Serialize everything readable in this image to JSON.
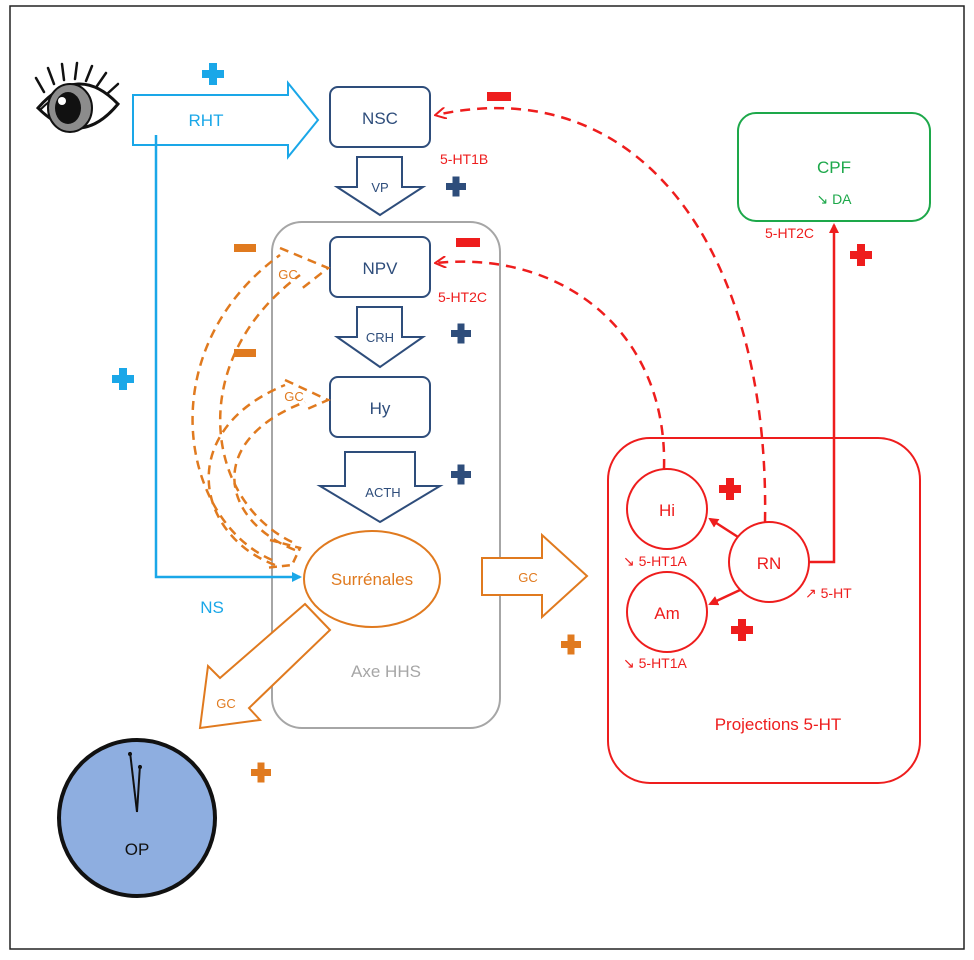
{
  "colors": {
    "navy": "#2E4D7B",
    "light_blue": "#1AA7E8",
    "orange": "#E07A1F",
    "red": "#EE1D1D",
    "green": "#1DA84A",
    "gray": "#A6A6A6",
    "clock_fill": "#8EAEE0"
  },
  "icons": {
    "eye": "eye-icon",
    "plus": "plus-icon",
    "minus": "minus-icon",
    "clock": "clock-icon"
  },
  "nodes": {
    "nsc": "NSC",
    "npv": "NPV",
    "hy": "Hy",
    "surrenales": "Surrénales",
    "cpf": "CPF",
    "cpf_sub": "↘ DA",
    "hi": "Hi",
    "am": "Am",
    "rn": "RN",
    "op": "OP"
  },
  "arrows": {
    "rht": "RHT",
    "vp": "VP",
    "crh": "CRH",
    "acth": "ACTH",
    "gc_right": "GC",
    "gc_down": "GC",
    "gc_loop1": "GC",
    "gc_loop2": "GC"
  },
  "labels": {
    "ns": "NS",
    "axe": "Axe HHS",
    "projections": "Projections 5-HT",
    "r_5ht1b": "5-HT1B",
    "r_5ht2c_npv": "5-HT2C",
    "r_5ht2c_cpf": "5-HT2C",
    "hi_5ht1a": "↘ 5-HT1A",
    "am_5ht1a": "↘ 5-HT1A",
    "rn_5ht": "↗ 5-HT"
  }
}
